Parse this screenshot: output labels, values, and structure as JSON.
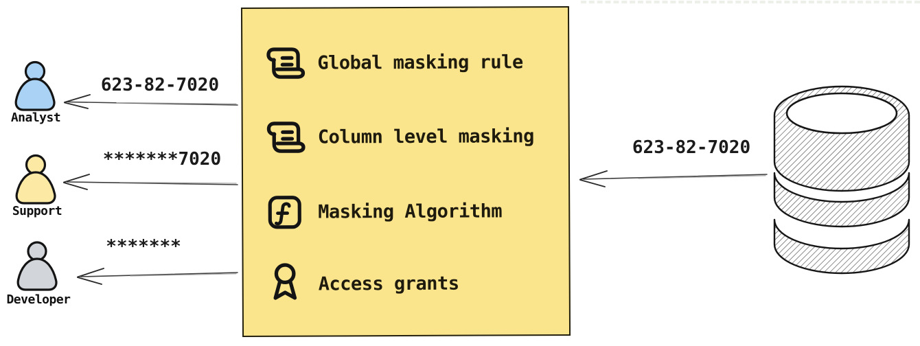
{
  "masking_box": {
    "background_color": "#FAE58C",
    "border_color": "#24200f",
    "items": [
      {
        "icon": "scroll-icon",
        "label": "Global masking rule"
      },
      {
        "icon": "scroll-icon",
        "label": "Column level masking"
      },
      {
        "icon": "function-icon",
        "label": "Masking Algorithm"
      },
      {
        "icon": "award-icon",
        "label": "Access grants"
      }
    ]
  },
  "database": {
    "icon": "database-cylinder-icon",
    "outgoing_value": "623-82-7020"
  },
  "personas": [
    {
      "name": "Analyst",
      "received_value": "623-82-7020",
      "fill_color": "#A9D2F4"
    },
    {
      "name": "Support",
      "received_value": "*******7020",
      "fill_color": "#FBE9A4"
    },
    {
      "name": "Developer",
      "received_value": "*******",
      "fill_color": "#D2D6DA"
    }
  ]
}
